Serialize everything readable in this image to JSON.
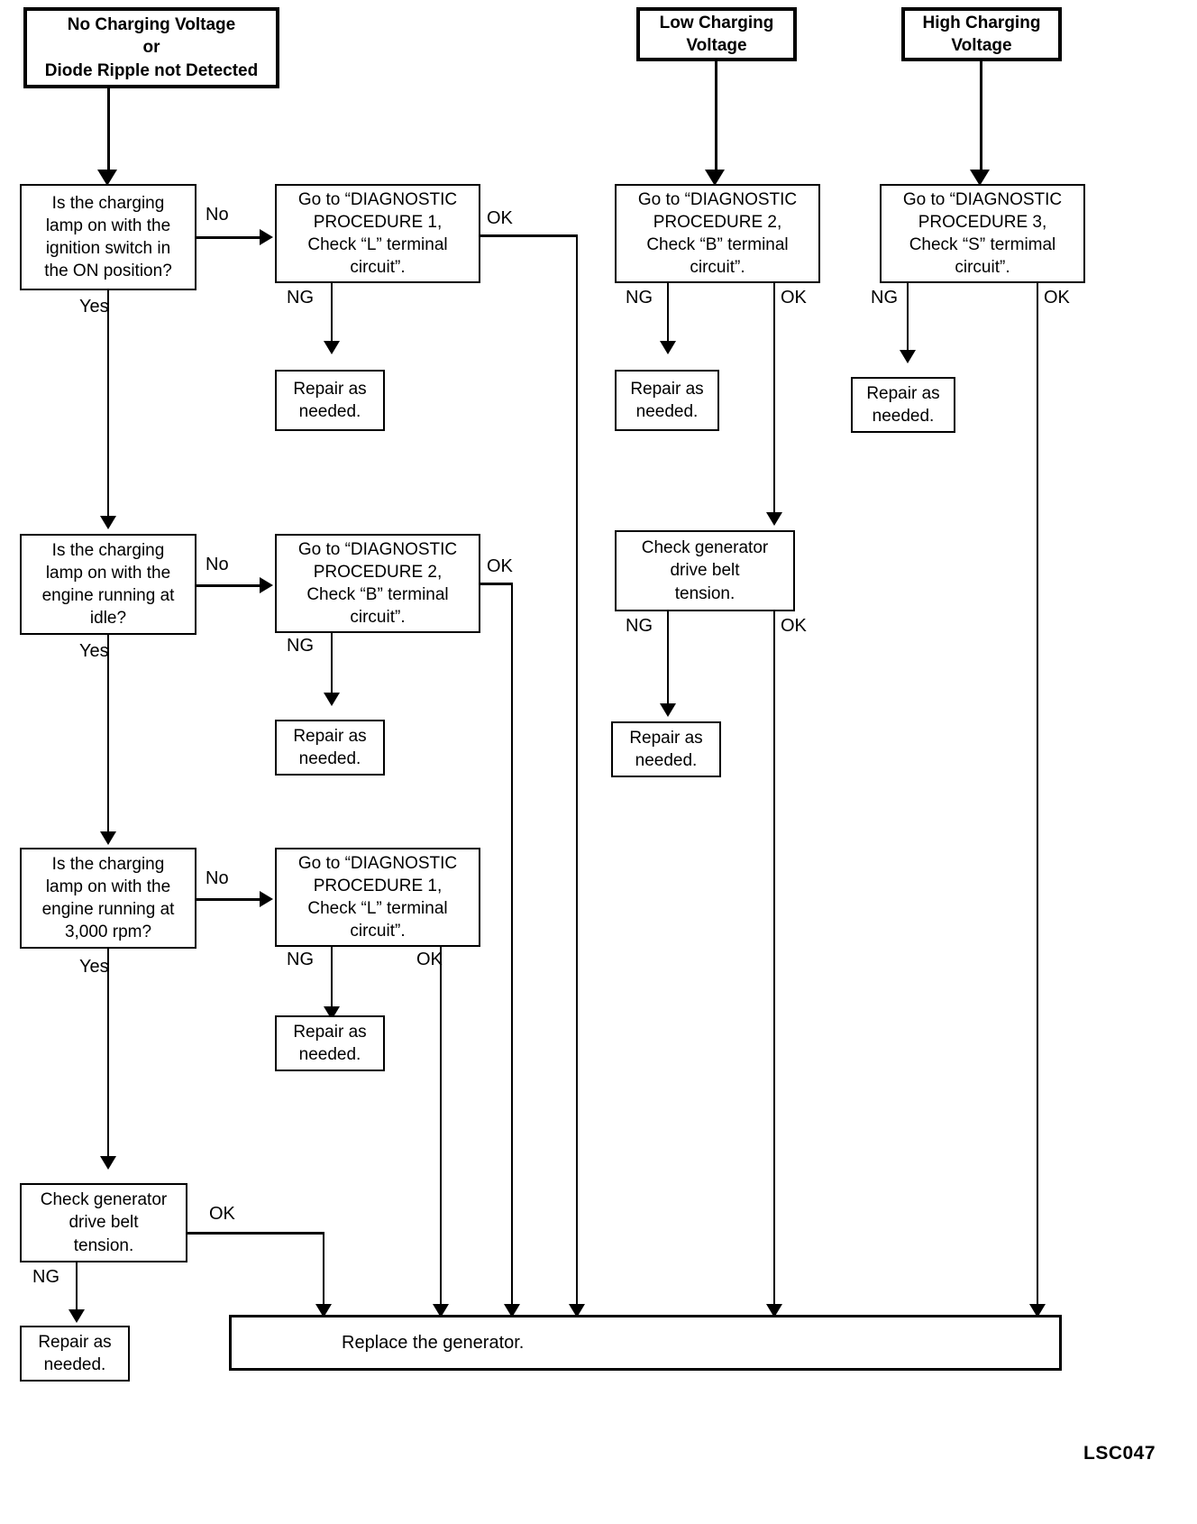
{
  "diagram": {
    "code_label": "LSC047",
    "start_nodes": [
      {
        "id": "start-no-charging",
        "text": "No Charging Voltage\nor\nDiode Ripple not Detected"
      },
      {
        "id": "start-low-charging",
        "text": "Low Charging\nVoltage"
      },
      {
        "id": "start-high-charging",
        "text": "High Charging\nVoltage"
      }
    ],
    "decisions": [
      {
        "id": "decision-ignition-on",
        "text": "Is the charging\nlamp on with the\nignition switch in\nthe ON position?"
      },
      {
        "id": "decision-engine-idle",
        "text": "Is the charging\nlamp on with the\nengine running at\nidle?"
      },
      {
        "id": "decision-engine-3000",
        "text": "Is the charging\nlamp on with the\nengine running at\n3,000 rpm?"
      }
    ],
    "procedures": [
      {
        "id": "proc-1-left-top",
        "text": "Go to “DIAGNOSTIC\nPROCEDURE 1,\nCheck “L” terminal\ncircuit”."
      },
      {
        "id": "proc-2-left-mid",
        "text": "Go to “DIAGNOSTIC\nPROCEDURE 2,\nCheck “B” terminal\ncircuit”."
      },
      {
        "id": "proc-1-left-bottom",
        "text": "Go to “DIAGNOSTIC\nPROCEDURE 1,\nCheck “L” terminal\ncircuit”."
      },
      {
        "id": "proc-2-low",
        "text": "Go to “DIAGNOSTIC\nPROCEDURE 2,\nCheck “B” terminal\ncircuit”."
      },
      {
        "id": "proc-3-high",
        "text": "Go to “DIAGNOSTIC\nPROCEDURE 3,\nCheck “S” termimal\ncircuit”."
      }
    ],
    "actions": [
      {
        "id": "repair-1",
        "text": "Repair as\nneeded."
      },
      {
        "id": "repair-2",
        "text": "Repair as\nneeded."
      },
      {
        "id": "repair-3",
        "text": "Repair as\nneeded."
      },
      {
        "id": "repair-4",
        "text": "Repair as\nneeded."
      },
      {
        "id": "repair-5",
        "text": "Repair as\nneeded."
      },
      {
        "id": "repair-6",
        "text": "Repair as\nneeded."
      },
      {
        "id": "belt-left",
        "text": "Check generator\ndrive belt\ntension."
      },
      {
        "id": "belt-low",
        "text": "Check generator\ndrive belt\ntension."
      }
    ],
    "terminal": {
      "id": "replace-generator",
      "text": "Replace the generator."
    },
    "edge_labels": {
      "no_1": "No",
      "no_2": "No",
      "no_3": "No",
      "yes_1": "Yes",
      "yes_2": "Yes",
      "yes_3": "Yes",
      "ng_1": "NG",
      "ng_2": "NG",
      "ng_3": "NG",
      "ng_4": "NG",
      "ng_5": "NG",
      "ng_6": "NG",
      "ok_1": "OK",
      "ok_2": "OK",
      "ok_3": "OK",
      "ok_4": "OK",
      "ok_5": "OK",
      "ok_6": "OK",
      "ok_7": "OK"
    },
    "colors": {
      "line": "#000000",
      "background": "#ffffff",
      "text": "#000000"
    }
  }
}
